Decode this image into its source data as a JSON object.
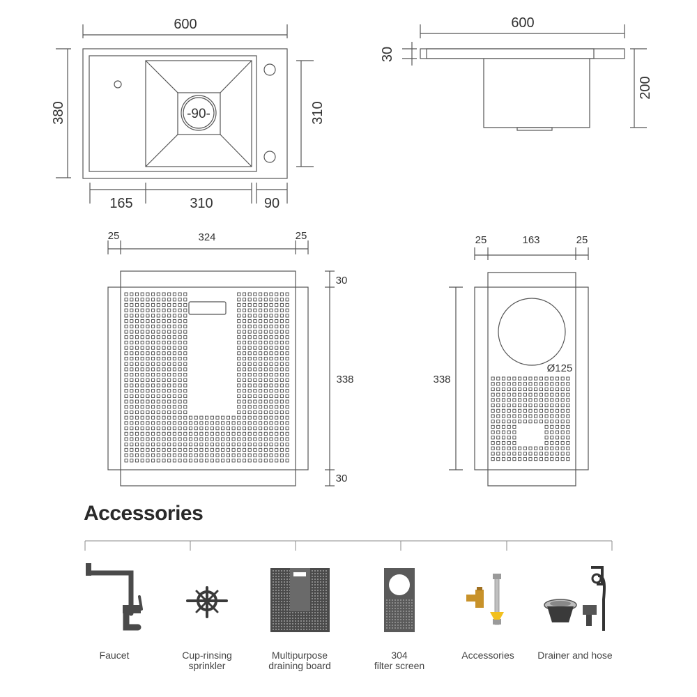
{
  "top_view": {
    "width": "600",
    "height": "380",
    "bowl_depth_right": "310",
    "drain_size": "-90-",
    "seg_left": "165",
    "seg_mid": "310",
    "seg_right": "90"
  },
  "side_view": {
    "width": "600",
    "flange": "30",
    "depth": "200"
  },
  "draining_board": {
    "margin_left": "25",
    "width": "324",
    "margin_right": "25",
    "top": "30",
    "length": "338",
    "bottom": "30"
  },
  "filter_screen": {
    "margin_left": "25",
    "width": "163",
    "margin_right": "25",
    "length": "338",
    "hole": "Ø125"
  },
  "accessories": {
    "heading": "Accessories",
    "items": [
      {
        "label": "Faucet",
        "icon": "faucet-icon"
      },
      {
        "label": "Cup-rinsing\nsprinkler",
        "icon": "sprinkler-icon"
      },
      {
        "label": "Multipurpose\ndraining board",
        "icon": "draining-board-icon"
      },
      {
        "label": "304\nfilter screen",
        "icon": "filter-screen-icon"
      },
      {
        "label": "Accessories",
        "icon": "valve-icon"
      },
      {
        "label": "Drainer and hose",
        "icon": "drainer-icon"
      }
    ]
  },
  "colors": {
    "line": "#555555",
    "accessory_dark": "#4a4a4a",
    "brass": "#c8922a",
    "yellow": "#f2c01e"
  }
}
